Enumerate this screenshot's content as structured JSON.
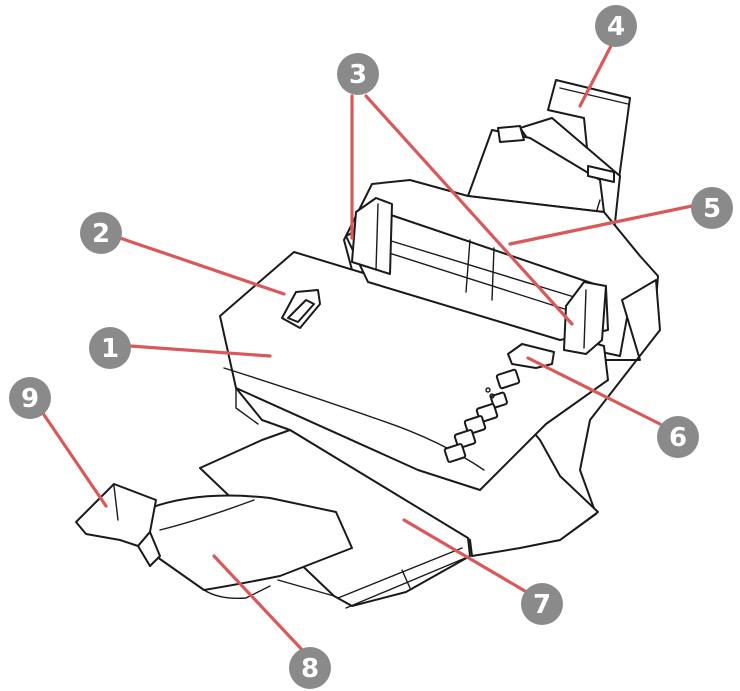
{
  "diagram": {
    "callouts": [
      {
        "id": "1",
        "label": "1"
      },
      {
        "id": "2",
        "label": "2"
      },
      {
        "id": "3",
        "label": "3"
      },
      {
        "id": "4",
        "label": "4"
      },
      {
        "id": "5",
        "label": "5"
      },
      {
        "id": "6",
        "label": "6"
      },
      {
        "id": "7",
        "label": "7"
      },
      {
        "id": "8",
        "label": "8"
      },
      {
        "id": "9",
        "label": "9"
      }
    ],
    "colors": {
      "callout_line": "#d9585a",
      "badge": "#8a8a8a",
      "outline": "#1a1a1a"
    }
  }
}
